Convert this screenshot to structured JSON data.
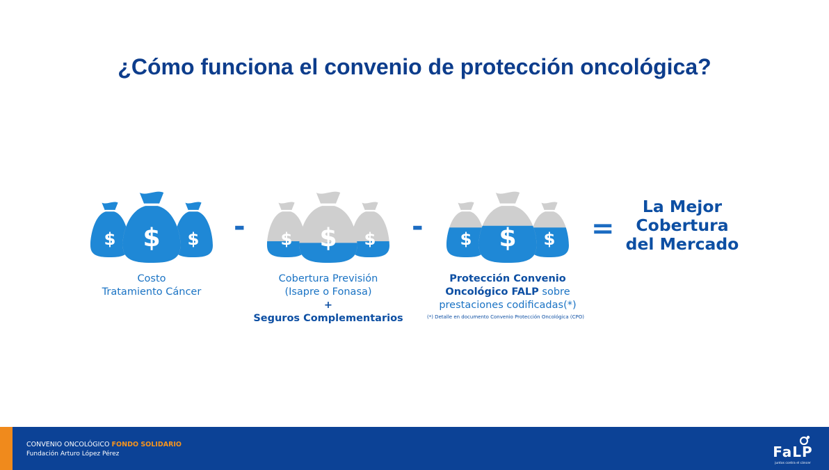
{
  "title": "¿Cómo funciona el convenio de protección oncológica?",
  "groups": [
    {
      "caption_lines": [
        "Costo",
        "Tratamiento Cáncer"
      ],
      "fill_level": 1.0
    },
    {
      "caption_lines": [
        "Cobertura Previsión",
        "(Isapre o Fonasa)"
      ],
      "plus": "+",
      "caption_strong": "Seguros Complementarios",
      "fill_level": 0.35
    },
    {
      "caption_strong_lines": [
        "Protección Convenio",
        "Oncológico FALP"
      ],
      "caption_tail": " sobre",
      "caption_lines": [
        "prestaciones codificadas(*)"
      ],
      "footnote": "(*) Detalle en documento Convenio Protección Oncológica (CPO)",
      "fill_level": 0.65
    }
  ],
  "bag_symbol": "$",
  "operators": {
    "minus": "-",
    "equals": "="
  },
  "result_lines": [
    "La Mejor",
    "Cobertura",
    "del Mercado"
  ],
  "footer": {
    "line1_text": "CONVENIO ONCOLÓGICO ",
    "line1_highlight": "FONDO SOLIDARIO",
    "line2": "Fundación Arturo López Pérez",
    "logo_text": "FaLP",
    "logo_tagline": "juntos contra el cáncer"
  },
  "colors": {
    "navy": "#0c4296",
    "blue": "#1f88d6",
    "gray": "#cfcfcf",
    "orange": "#f08a1c"
  }
}
